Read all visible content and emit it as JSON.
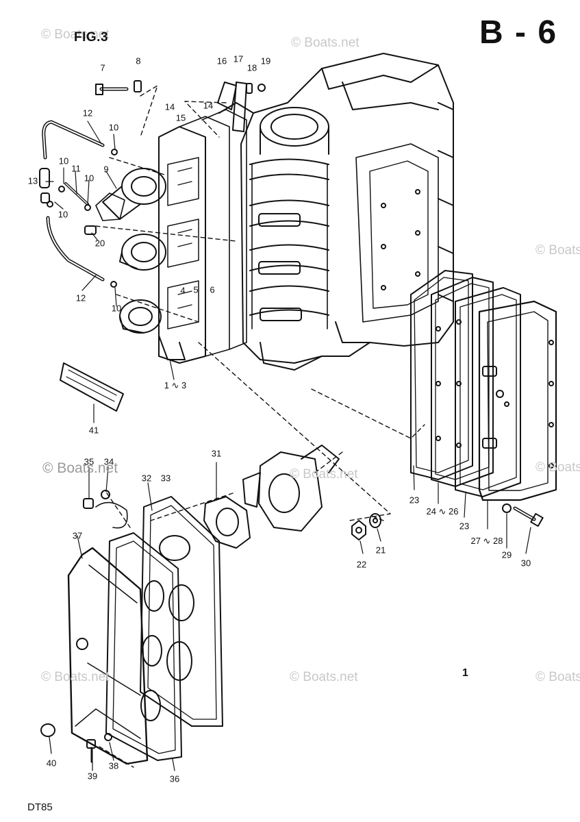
{
  "header": {
    "figure_label": "FIG.3",
    "page_code": "B - 6"
  },
  "footer": {
    "model": "DT85"
  },
  "page_mark": "1",
  "watermark": {
    "text": "© Boats.net"
  },
  "callouts": [
    {
      "id": "c7",
      "label": "7"
    },
    {
      "id": "c8",
      "label": "8"
    },
    {
      "id": "c16",
      "label": "16"
    },
    {
      "id": "c17",
      "label": "17"
    },
    {
      "id": "c18",
      "label": "18"
    },
    {
      "id": "c19",
      "label": "19"
    },
    {
      "id": "c14a",
      "label": "14"
    },
    {
      "id": "c14b",
      "label": "14"
    },
    {
      "id": "c15",
      "label": "15"
    },
    {
      "id": "c12a",
      "label": "12"
    },
    {
      "id": "c10a",
      "label": "10"
    },
    {
      "id": "c10b",
      "label": "10"
    },
    {
      "id": "c11",
      "label": "11"
    },
    {
      "id": "c10c",
      "label": "10"
    },
    {
      "id": "c9",
      "label": "9"
    },
    {
      "id": "c13",
      "label": "13"
    },
    {
      "id": "c10d",
      "label": "10"
    },
    {
      "id": "c20",
      "label": "20"
    },
    {
      "id": "c12b",
      "label": "12"
    },
    {
      "id": "c10e",
      "label": "10"
    },
    {
      "id": "c4",
      "label": "4"
    },
    {
      "id": "c5",
      "label": "5"
    },
    {
      "id": "c6",
      "label": "6"
    },
    {
      "id": "c1-3",
      "label": "1 ∿ 3"
    },
    {
      "id": "c41",
      "label": "41"
    },
    {
      "id": "c35",
      "label": "35"
    },
    {
      "id": "c34",
      "label": "34"
    },
    {
      "id": "c32",
      "label": "32"
    },
    {
      "id": "c33",
      "label": "33"
    },
    {
      "id": "c31",
      "label": "31"
    },
    {
      "id": "c37",
      "label": "37"
    },
    {
      "id": "c23a",
      "label": "23"
    },
    {
      "id": "c24-26",
      "label": "24 ∿ 26"
    },
    {
      "id": "c23b",
      "label": "23"
    },
    {
      "id": "c27-28",
      "label": "27 ∿ 28"
    },
    {
      "id": "c29",
      "label": "29"
    },
    {
      "id": "c30",
      "label": "30"
    },
    {
      "id": "c21",
      "label": "21"
    },
    {
      "id": "c22",
      "label": "22"
    },
    {
      "id": "c40",
      "label": "40"
    },
    {
      "id": "c39",
      "label": "39"
    },
    {
      "id": "c38",
      "label": "38"
    },
    {
      "id": "c36",
      "label": "36"
    }
  ]
}
